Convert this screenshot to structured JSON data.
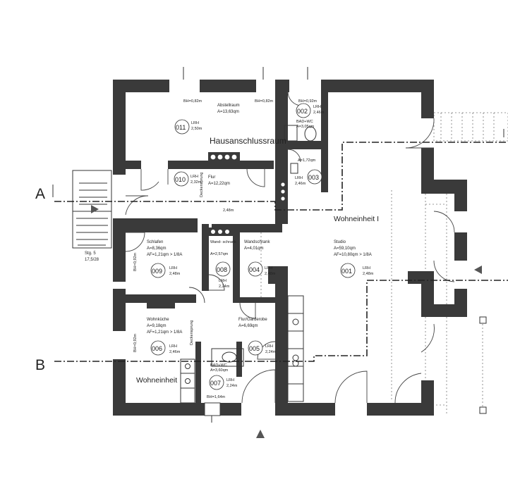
{
  "sections": {
    "a": "A",
    "b": "B"
  },
  "stair": {
    "line1": "Stg. 5",
    "line2": "17,5/28"
  },
  "labels": {
    "hausanschlussraum": "Hausanschlussraum",
    "wohneinheit_1": "Wohneinheit I",
    "wohneinheit_2": "Wohneinheit"
  },
  "sill_heights": {
    "bh_top_1": "BH=0,82m",
    "bh_top_2": "BH=0,82m",
    "bh_002": "BH=0,92m",
    "bh_009": "BH=0,92m",
    "bh_006": "BH=0,92m",
    "bh_007": "BH=1,64m"
  },
  "notes": {
    "deckensprung_1": "Deckensprung",
    "deckensprung_2": "Deckensprung"
  },
  "rooms": [
    {
      "num": "011",
      "name": "Abstellraum",
      "area": "A=13,63qm",
      "lrh_label": "LRH",
      "lrh": "2,50m"
    },
    {
      "num": "002",
      "name": "BAD+WC",
      "area": "A=3,05qm",
      "lrh_label": "LRH",
      "lrh": "2,46m"
    },
    {
      "num": "003",
      "name": "",
      "area": "A=1,72qm",
      "lrh_label": "LRH",
      "lrh": "2,46m"
    },
    {
      "num": "010",
      "name": "Flur",
      "area": "A=12,22qm",
      "lrh_label": "LRH",
      "lrh": "2,32m",
      "lrh2": "2,48m"
    },
    {
      "num": "009",
      "name": "Schlafen",
      "area": "A=8,36qm",
      "af": "AF=1,21qm > 1/8A",
      "lrh_label": "LRH",
      "lrh": "2,48m"
    },
    {
      "num": "008",
      "name": "Wand-\nschrank",
      "area": "A=2,57qm",
      "lrh_label": "LRH",
      "lrh": "2,24m"
    },
    {
      "num": "004",
      "name": "Wandschrank",
      "area": "A=4,01qm",
      "lrh_label": "LRH",
      "lrh": "2,48m"
    },
    {
      "num": "001",
      "name": "Studio",
      "area": "A=59,10qm",
      "af": "AF=10,80qm > 1/8A",
      "lrh_label": "LRH",
      "lrh": "2,48m"
    },
    {
      "num": "006",
      "name": "Wohnküche",
      "area": "A=9,18qm",
      "af": "AF=1,21qm > 1/8A",
      "lrh_label": "LRH",
      "lrh": "2,46m"
    },
    {
      "num": "005",
      "name": "Flur/Garderobe",
      "area": "A=6,69qm",
      "lrh_label": "LRH",
      "lrh": "2,24m"
    },
    {
      "num": "007",
      "name": "BAD+WC",
      "area": "A=3,60qm",
      "lrh_label": "LRH",
      "lrh": "2,24m"
    }
  ]
}
